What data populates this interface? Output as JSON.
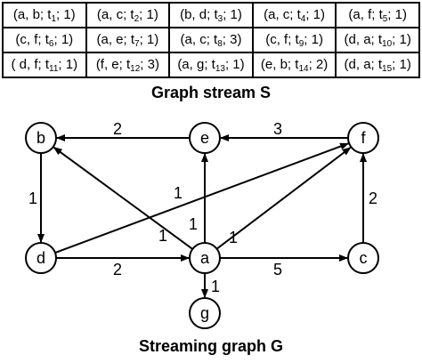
{
  "stream": {
    "caption": "Graph stream S",
    "rows": [
      [
        {
          "pre": "(a, b; t",
          "sub": "1",
          "post": "; 1)"
        },
        {
          "pre": "(a, c; t",
          "sub": "2",
          "post": "; 1)"
        },
        {
          "pre": "(b, d; t",
          "sub": "3",
          "post": "; 1)"
        },
        {
          "pre": "(a, c; t",
          "sub": "4",
          "post": "; 1)"
        },
        {
          "pre": "(a, f; t",
          "sub": "5",
          "post": "; 1)"
        }
      ],
      [
        {
          "pre": "(c, f; t",
          "sub": "6",
          "post": "; 1)"
        },
        {
          "pre": "(a, e; t",
          "sub": "7",
          "post": "; 1)"
        },
        {
          "pre": "(a, c; t",
          "sub": "8",
          "post": "; 3)"
        },
        {
          "pre": "(c, f; t",
          "sub": "9",
          "post": "; 1)"
        },
        {
          "pre": "(d, a; t",
          "sub": "10",
          "post": "; 1)"
        }
      ],
      [
        {
          "pre": "( d, f; t",
          "sub": "11",
          "post": "; 1)"
        },
        {
          "pre": "(f, e; t",
          "sub": "12",
          "post": "; 3)"
        },
        {
          "pre": "(a, g; t",
          "sub": "13",
          "post": "; 1)"
        },
        {
          "pre": "(e, b; t",
          "sub": "14",
          "post": "; 2)"
        },
        {
          "pre": "(d, a; t",
          "sub": "15",
          "post": "; 1)"
        }
      ]
    ]
  },
  "graph": {
    "caption": "Streaming graph G",
    "nodes": [
      {
        "id": "b",
        "label": "b"
      },
      {
        "id": "e",
        "label": "e"
      },
      {
        "id": "f",
        "label": "f"
      },
      {
        "id": "d",
        "label": "d"
      },
      {
        "id": "a",
        "label": "a"
      },
      {
        "id": "c",
        "label": "c"
      },
      {
        "id": "g",
        "label": "g"
      }
    ],
    "edges": [
      {
        "from": "e",
        "to": "b",
        "weight": "2"
      },
      {
        "from": "f",
        "to": "e",
        "weight": "3"
      },
      {
        "from": "b",
        "to": "d",
        "weight": "1"
      },
      {
        "from": "c",
        "to": "f",
        "weight": "2"
      },
      {
        "from": "d",
        "to": "a",
        "weight": "2"
      },
      {
        "from": "a",
        "to": "c",
        "weight": "5"
      },
      {
        "from": "a",
        "to": "g",
        "weight": "1"
      },
      {
        "from": "a",
        "to": "e",
        "weight": "1"
      },
      {
        "from": "a",
        "to": "b",
        "weight": "1"
      },
      {
        "from": "a",
        "to": "f",
        "weight": "1"
      },
      {
        "from": "d",
        "to": "f",
        "weight": "1"
      }
    ]
  }
}
